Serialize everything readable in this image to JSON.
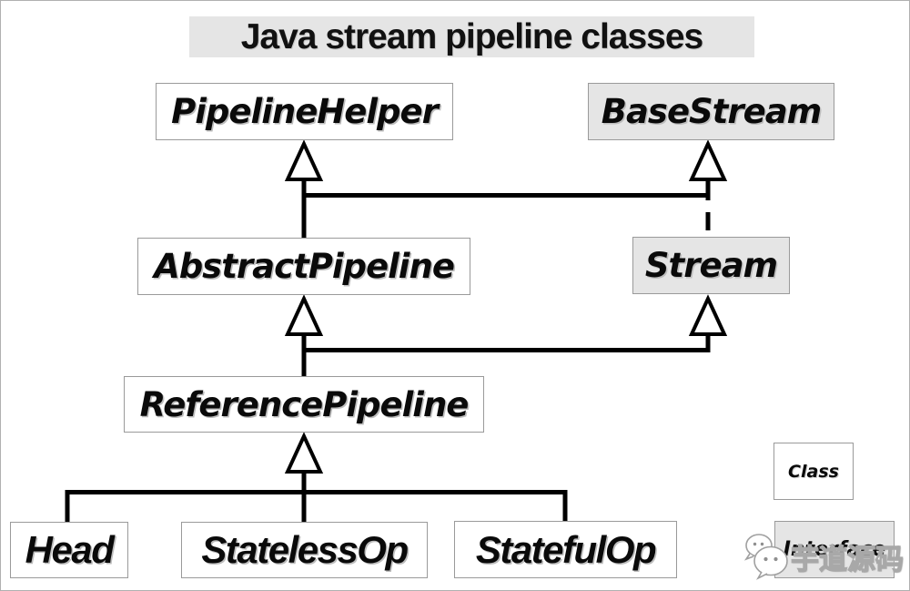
{
  "title": "Java stream pipeline classes",
  "nodes": {
    "pipeline_helper": {
      "label": "PipelineHelper",
      "type": "class"
    },
    "base_stream": {
      "label": "BaseStream",
      "type": "interface"
    },
    "abstract_pipeline": {
      "label": "AbstractPipeline",
      "type": "class"
    },
    "stream": {
      "label": "Stream",
      "type": "interface"
    },
    "reference_pipeline": {
      "label": "ReferencePipeline",
      "type": "class"
    },
    "head": {
      "label": "Head",
      "type": "class"
    },
    "stateless_op": {
      "label": "StatelessOp",
      "type": "class"
    },
    "stateful_op": {
      "label": "StatefulOp",
      "type": "class"
    }
  },
  "edges": [
    {
      "from": "AbstractPipeline",
      "to": "PipelineHelper",
      "style": "solid"
    },
    {
      "from": "AbstractPipeline",
      "to": "BaseStream",
      "style": "solid"
    },
    {
      "from": "Stream",
      "to": "BaseStream",
      "style": "dashed"
    },
    {
      "from": "ReferencePipeline",
      "to": "AbstractPipeline",
      "style": "solid"
    },
    {
      "from": "ReferencePipeline",
      "to": "Stream",
      "style": "solid"
    },
    {
      "from": "Head",
      "to": "ReferencePipeline",
      "style": "solid"
    },
    {
      "from": "StatelessOp",
      "to": "ReferencePipeline",
      "style": "solid"
    },
    {
      "from": "StatefulOp",
      "to": "ReferencePipeline",
      "style": "solid"
    }
  ],
  "legend": {
    "class_label": "Class",
    "interface_label": "Interface"
  },
  "watermark": {
    "text": "芋道源码"
  },
  "colors": {
    "class_fill": "#ffffff",
    "interface_fill": "#e5e5e5",
    "box_border": "#9a9a9a",
    "line": "#000000",
    "title_background": "#e5e5e5"
  }
}
